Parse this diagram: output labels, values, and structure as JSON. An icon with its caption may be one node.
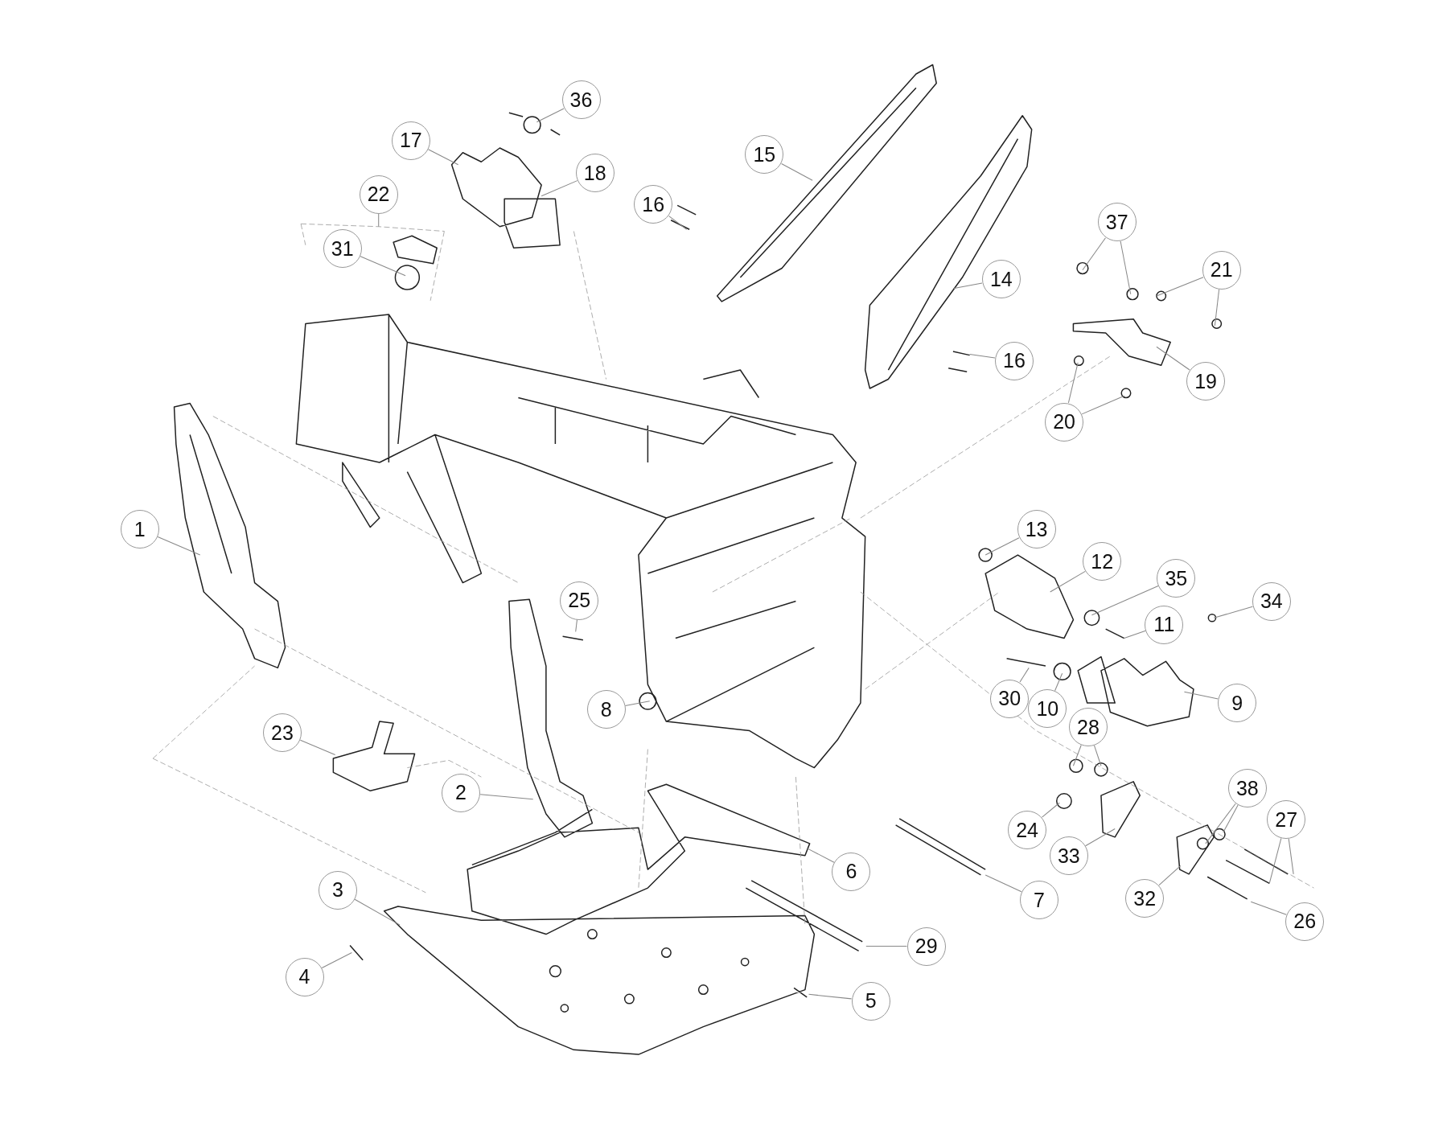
{
  "diagram": {
    "nodes": [
      {
        "text": [
          "36"
        ]
      },
      {
        "text": [
          "17"
        ]
      },
      {
        "text": [
          "18"
        ]
      },
      {
        "text": [
          "15"
        ]
      },
      {
        "text": [
          "16"
        ]
      },
      {
        "text": [
          "22"
        ]
      },
      {
        "text": [
          "31"
        ]
      },
      {
        "text": [
          "37"
        ]
      },
      {
        "text": [
          "21"
        ]
      },
      {
        "text": [
          "14"
        ]
      },
      {
        "text": [
          "16"
        ]
      },
      {
        "text": [
          "19"
        ]
      },
      {
        "text": [
          "20"
        ]
      },
      {
        "text": [
          "1"
        ]
      },
      {
        "text": [
          "13"
        ]
      },
      {
        "text": [
          "12"
        ]
      },
      {
        "text": [
          "35"
        ]
      },
      {
        "text": [
          "34"
        ]
      },
      {
        "text": [
          "25"
        ]
      },
      {
        "text": [
          "11"
        ]
      },
      {
        "text": [
          "30"
        ]
      },
      {
        "text": [
          "10"
        ]
      },
      {
        "text": [
          "9"
        ]
      },
      {
        "text": [
          "8"
        ]
      },
      {
        "text": [
          "28"
        ]
      },
      {
        "text": [
          "23"
        ]
      },
      {
        "text": [
          "2"
        ]
      },
      {
        "text": [
          "24"
        ]
      },
      {
        "text": [
          "33"
        ]
      },
      {
        "text": [
          "38"
        ]
      },
      {
        "text": [
          "27"
        ]
      },
      {
        "text": [
          "6"
        ]
      },
      {
        "text": [
          "7"
        ]
      },
      {
        "text": [
          "32"
        ]
      },
      {
        "text": [
          "26"
        ]
      },
      {
        "text": [
          "3"
        ]
      },
      {
        "text": [
          "29"
        ]
      },
      {
        "text": [
          "4"
        ]
      },
      {
        "text": [
          "5"
        ]
      }
    ],
    "edges": [
      {
        "from": 0,
        "to": null,
        "arrow": "none"
      },
      {
        "from": 1,
        "to": null,
        "arrow": "none"
      },
      {
        "from": 2,
        "to": null,
        "arrow": "none"
      },
      {
        "from": 3,
        "to": null,
        "arrow": "none"
      },
      {
        "from": 4,
        "to": null,
        "arrow": "none"
      },
      {
        "from": 5,
        "to": null,
        "arrow": "none"
      },
      {
        "from": 6,
        "to": null,
        "arrow": "none"
      },
      {
        "from": 7,
        "to": null,
        "arrow": "none"
      },
      {
        "from": 7,
        "to": null,
        "arrow": "none"
      },
      {
        "from": 8,
        "to": null,
        "arrow": "none"
      },
      {
        "from": 8,
        "to": null,
        "arrow": "none"
      },
      {
        "from": 9,
        "to": null,
        "arrow": "none"
      },
      {
        "from": 10,
        "to": null,
        "arrow": "none"
      },
      {
        "from": 11,
        "to": null,
        "arrow": "none"
      },
      {
        "from": 12,
        "to": null,
        "arrow": "none"
      },
      {
        "from": 12,
        "to": null,
        "arrow": "none"
      },
      {
        "from": 13,
        "to": null,
        "arrow": "none"
      },
      {
        "from": 14,
        "to": null,
        "arrow": "none"
      },
      {
        "from": 15,
        "to": null,
        "arrow": "none"
      },
      {
        "from": 16,
        "to": null,
        "arrow": "none"
      },
      {
        "from": 17,
        "to": null,
        "arrow": "none"
      },
      {
        "from": 18,
        "to": null,
        "arrow": "none"
      },
      {
        "from": 19,
        "to": null,
        "arrow": "none"
      },
      {
        "from": 20,
        "to": null,
        "arrow": "none"
      },
      {
        "from": 21,
        "to": null,
        "arrow": "none"
      },
      {
        "from": 22,
        "to": null,
        "arrow": "none"
      },
      {
        "from": 23,
        "to": null,
        "arrow": "none"
      },
      {
        "from": 24,
        "to": null,
        "arrow": "none"
      },
      {
        "from": 24,
        "to": null,
        "arrow": "none"
      },
      {
        "from": 25,
        "to": null,
        "arrow": "none"
      },
      {
        "from": 26,
        "to": null,
        "arrow": "none"
      },
      {
        "from": 27,
        "to": null,
        "arrow": "none"
      },
      {
        "from": 28,
        "to": null,
        "arrow": "none"
      },
      {
        "from": 29,
        "to": null,
        "arrow": "none"
      },
      {
        "from": 29,
        "to": null,
        "arrow": "none"
      },
      {
        "from": 30,
        "to": null,
        "arrow": "none"
      },
      {
        "from": 30,
        "to": null,
        "arrow": "none"
      },
      {
        "from": 31,
        "to": null,
        "arrow": "none"
      },
      {
        "from": 32,
        "to": null,
        "arrow": "none"
      },
      {
        "from": 33,
        "to": null,
        "arrow": "none"
      },
      {
        "from": 34,
        "to": null,
        "arrow": "none"
      },
      {
        "from": 35,
        "to": null,
        "arrow": "none"
      },
      {
        "from": 36,
        "to": null,
        "arrow": "none"
      },
      {
        "from": 37,
        "to": null,
        "arrow": "none"
      },
      {
        "from": 38,
        "to": null,
        "arrow": "none"
      }
    ]
  }
}
